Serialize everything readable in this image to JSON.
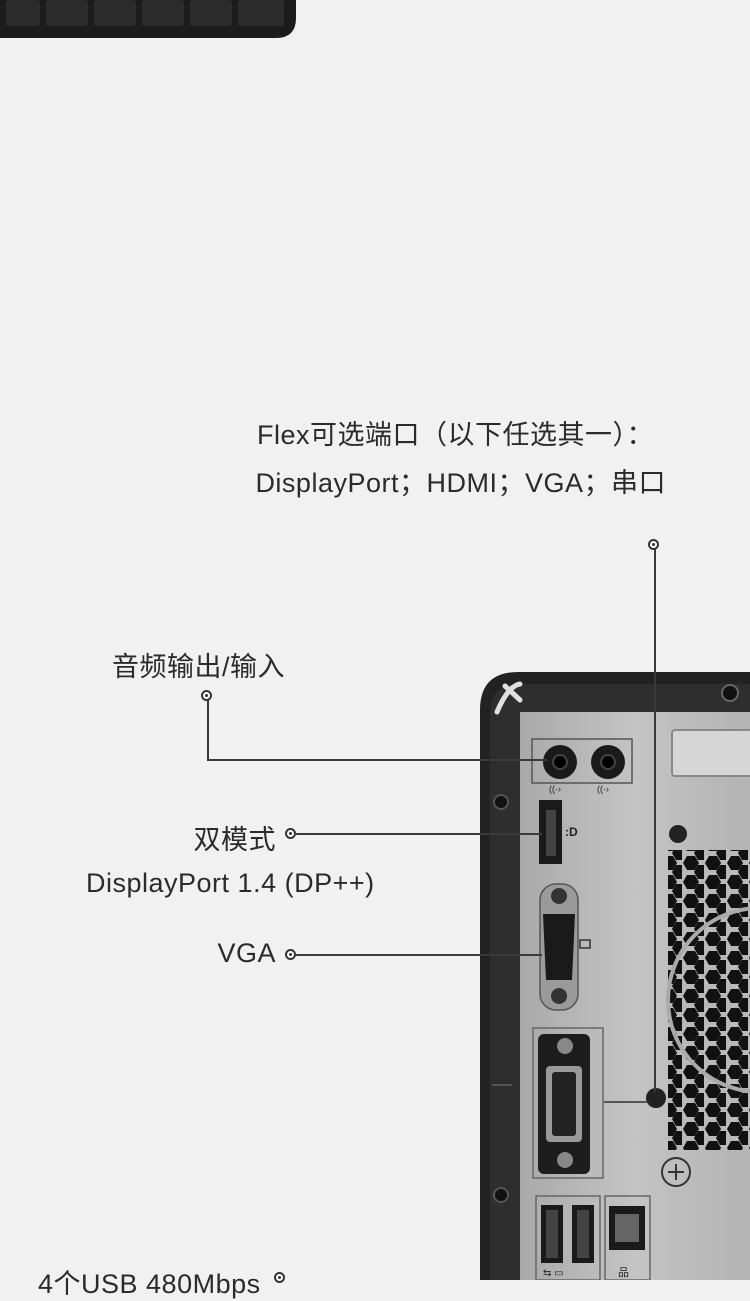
{
  "flex_ports": {
    "title": "Flex可选端口（以下任选其一）：",
    "options": "DisplayPort；HDMI；VGA；串口"
  },
  "audio": {
    "label": "音频输出/输入"
  },
  "displayport": {
    "line1": "双模式",
    "line2": "DisplayPort 1.4 (DP++)"
  },
  "vga": {
    "label": "VGA"
  },
  "usb": {
    "label": "4个USB 480Mbps"
  },
  "icons": [
    "audio-out-icon",
    "audio-in-icon",
    "displayport-icon",
    "vga-icon",
    "usb-icon",
    "network-icon",
    "kensington-lock-icon",
    "ground-screw-icon"
  ],
  "colors": {
    "background": "#f1f1f1",
    "chassis": "#2a2a2a",
    "panel": "#b9b9b9",
    "text": "#2b2b2b"
  }
}
